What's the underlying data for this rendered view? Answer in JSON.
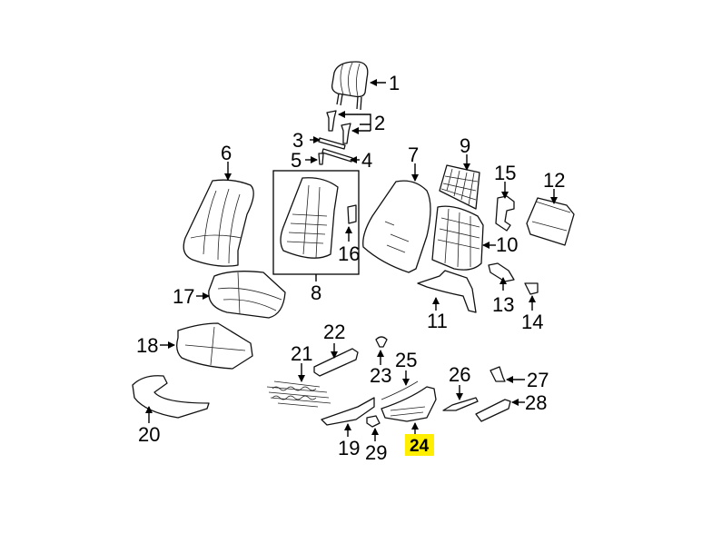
{
  "diagram": {
    "title": "Seat components exploded view",
    "highlight_color": "#ffee00",
    "highlighted_callout": "24",
    "callouts": [
      {
        "id": "1",
        "label": "1"
      },
      {
        "id": "2",
        "label": "2"
      },
      {
        "id": "3",
        "label": "3"
      },
      {
        "id": "4",
        "label": "4"
      },
      {
        "id": "5",
        "label": "5"
      },
      {
        "id": "6",
        "label": "6"
      },
      {
        "id": "7",
        "label": "7"
      },
      {
        "id": "8",
        "label": "8"
      },
      {
        "id": "9",
        "label": "9"
      },
      {
        "id": "10",
        "label": "10"
      },
      {
        "id": "11",
        "label": "11"
      },
      {
        "id": "12",
        "label": "12"
      },
      {
        "id": "13",
        "label": "13"
      },
      {
        "id": "14",
        "label": "14"
      },
      {
        "id": "15",
        "label": "15"
      },
      {
        "id": "16",
        "label": "16"
      },
      {
        "id": "17",
        "label": "17"
      },
      {
        "id": "18",
        "label": "18"
      },
      {
        "id": "19",
        "label": "19"
      },
      {
        "id": "20",
        "label": "20"
      },
      {
        "id": "21",
        "label": "21"
      },
      {
        "id": "22",
        "label": "22"
      },
      {
        "id": "23",
        "label": "23"
      },
      {
        "id": "24",
        "label": "24"
      },
      {
        "id": "25",
        "label": "25"
      },
      {
        "id": "26",
        "label": "26"
      },
      {
        "id": "27",
        "label": "27"
      },
      {
        "id": "28",
        "label": "28"
      },
      {
        "id": "29",
        "label": "29"
      }
    ]
  }
}
